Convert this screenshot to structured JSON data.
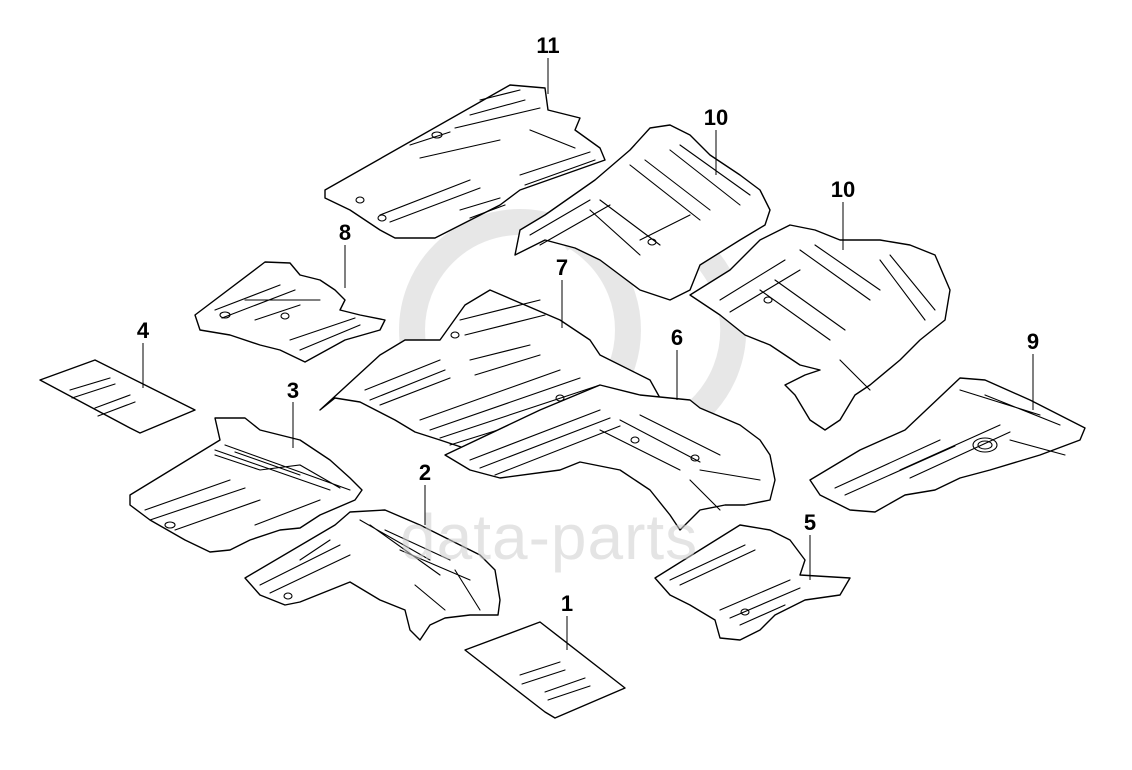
{
  "watermark": {
    "logo_letters": "GD",
    "text": "data-parts",
    "color": "#c8c8c8"
  },
  "callouts": [
    {
      "id": "p1",
      "label": "1"
    },
    {
      "id": "p2",
      "label": "2"
    },
    {
      "id": "p3",
      "label": "3"
    },
    {
      "id": "p4",
      "label": "4"
    },
    {
      "id": "p5",
      "label": "5"
    },
    {
      "id": "p6",
      "label": "6"
    },
    {
      "id": "p7",
      "label": "7"
    },
    {
      "id": "p8",
      "label": "8"
    },
    {
      "id": "p9",
      "label": "9"
    },
    {
      "id": "p10a",
      "label": "10"
    },
    {
      "id": "p10b",
      "label": "10"
    },
    {
      "id": "p11",
      "label": "11"
    }
  ]
}
